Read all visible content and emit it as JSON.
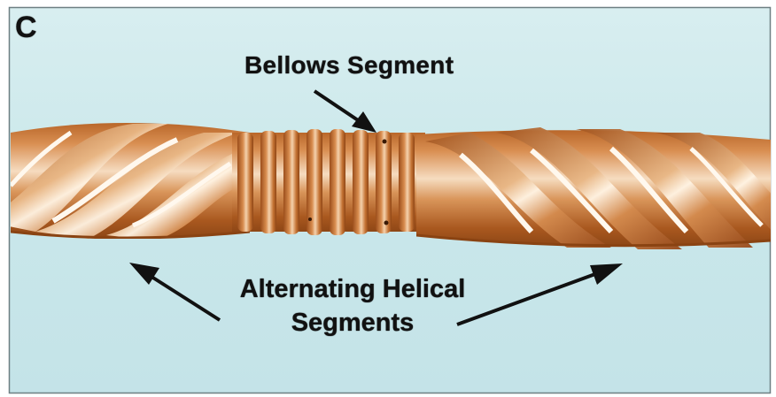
{
  "figure": {
    "panel_letter": "C",
    "labels": {
      "bellows": "Bellows Segment",
      "helical_line1": "Alternating Helical",
      "helical_line2": "Segments"
    },
    "colors": {
      "background": "#c9e7ea",
      "copper_dark": "#a4561f",
      "copper_mid": "#cf8a4a",
      "copper_light": "#f2cfa6",
      "highlight": "#fffaf0",
      "text": "#111111"
    }
  }
}
